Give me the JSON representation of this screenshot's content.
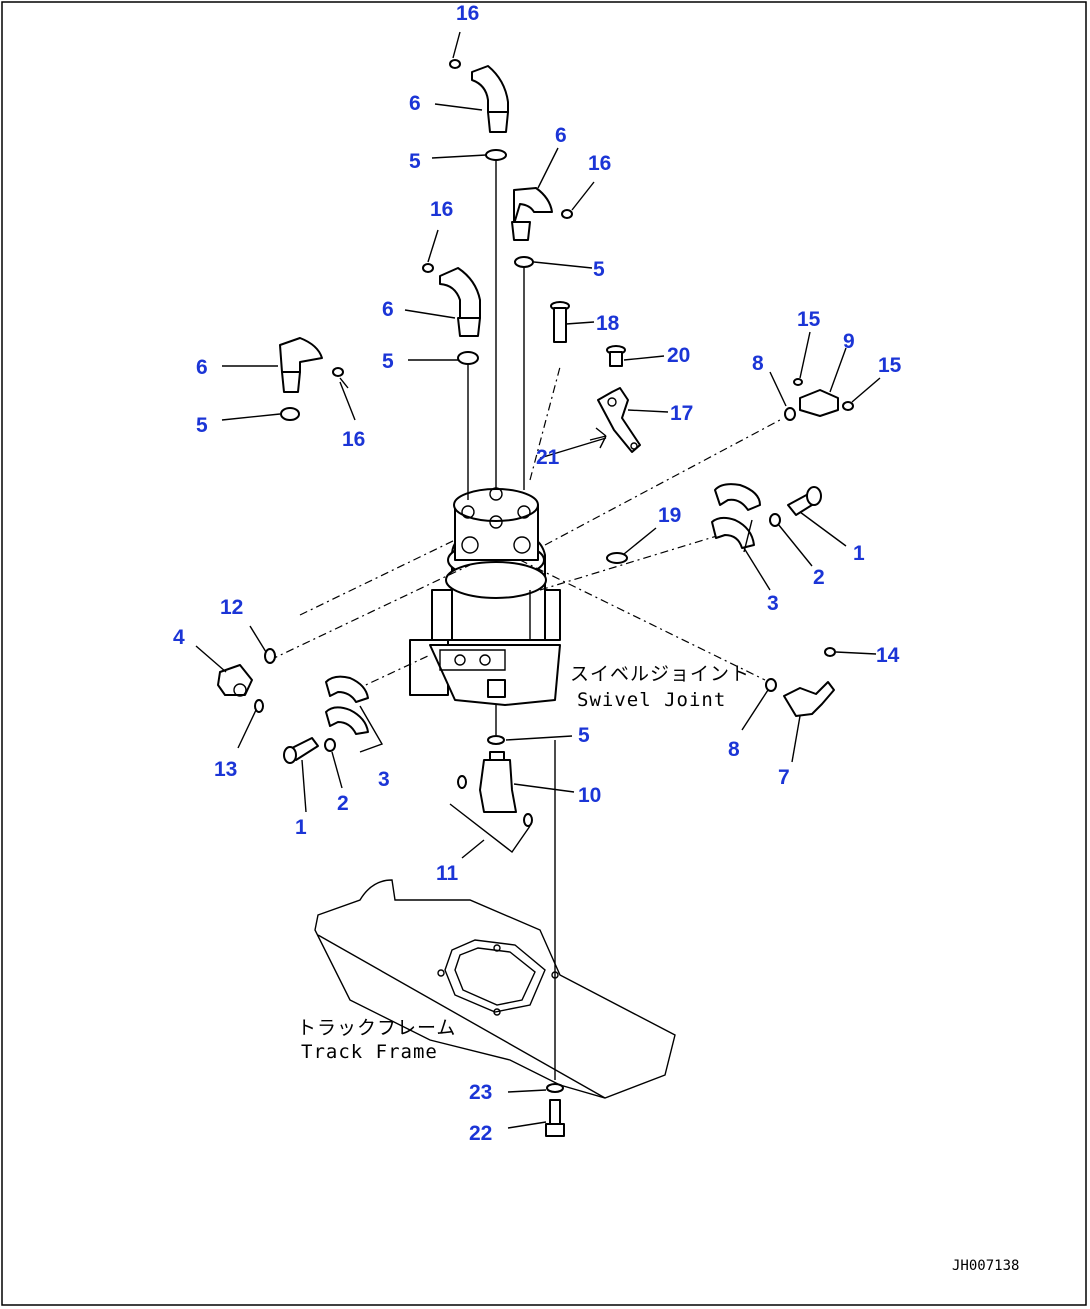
{
  "drawing": {
    "code": "JH007138",
    "labels": {
      "swivel_joint_jp": "スイベルジョイント",
      "swivel_joint_en": "Swivel Joint",
      "track_frame_jp": "トラックフレーム",
      "track_frame_en": "Track Frame"
    }
  },
  "callouts": {
    "c16a": "16",
    "c6a": "6",
    "c5a": "5",
    "c6b": "6",
    "c16b": "16",
    "c16c": "16",
    "c5b": "5",
    "c6c": "6",
    "c18": "18",
    "c5c": "5",
    "c20": "20",
    "c15a": "15",
    "c9": "9",
    "c15b": "15",
    "c8a": "8",
    "c6d": "6",
    "c16d": "16",
    "c5d": "5",
    "c17": "17",
    "c21": "21",
    "c19": "19",
    "c1a": "1",
    "c2a": "2",
    "c3a": "3",
    "c12": "12",
    "c4": "4",
    "c13": "13",
    "c14": "14",
    "c8b": "8",
    "c7": "7",
    "c1b": "1",
    "c2b": "2",
    "c3b": "3",
    "c5e": "5",
    "c10": "10",
    "c11": "11",
    "c23": "23",
    "c22": "22"
  }
}
